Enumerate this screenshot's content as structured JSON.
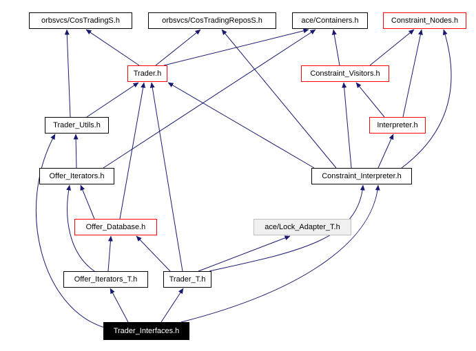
{
  "diagram": {
    "type": "include-dependency-graph",
    "root_file": "Trader_Interfaces.h",
    "colors": {
      "edge": "#191970",
      "red_border": "#ff0000",
      "black_border": "#000000",
      "gray_fill": "#f0f0f0",
      "root_fill": "#000000",
      "root_text": "#ffffff"
    },
    "nodes": [
      {
        "id": "cos_trading_s",
        "label": "orbsvcs/CosTradingS.h",
        "style": "plain"
      },
      {
        "id": "cos_trading_repos_s",
        "label": "orbsvcs/CosTradingReposS.h",
        "style": "plain"
      },
      {
        "id": "ace_containers",
        "label": "ace/Containers.h",
        "style": "plain"
      },
      {
        "id": "constraint_nodes",
        "label": "Constraint_Nodes.h",
        "style": "red"
      },
      {
        "id": "trader",
        "label": "Trader.h",
        "style": "red"
      },
      {
        "id": "constraint_visitors",
        "label": "Constraint_Visitors.h",
        "style": "red"
      },
      {
        "id": "trader_utils",
        "label": "Trader_Utils.h",
        "style": "plain"
      },
      {
        "id": "interpreter",
        "label": "Interpreter.h",
        "style": "red"
      },
      {
        "id": "offer_iterators",
        "label": "Offer_Iterators.h",
        "style": "plain"
      },
      {
        "id": "constraint_interpreter",
        "label": "Constraint_Interpreter.h",
        "style": "plain"
      },
      {
        "id": "offer_database",
        "label": "Offer_Database.h",
        "style": "red"
      },
      {
        "id": "ace_lock_adapter",
        "label": "ace/Lock_Adapter_T.h",
        "style": "gray"
      },
      {
        "id": "offer_iterators_t",
        "label": "Offer_Iterators_T.h",
        "style": "plain"
      },
      {
        "id": "trader_t",
        "label": "Trader_T.h",
        "style": "plain"
      },
      {
        "id": "trader_interfaces",
        "label": "Trader_Interfaces.h",
        "style": "root"
      }
    ],
    "edges": [
      {
        "from": "trader",
        "to": "cos_trading_s"
      },
      {
        "from": "trader_utils",
        "to": "cos_trading_s"
      },
      {
        "from": "trader",
        "to": "cos_trading_repos_s"
      },
      {
        "from": "constraint_interpreter",
        "to": "cos_trading_repos_s"
      },
      {
        "from": "trader",
        "to": "ace_containers"
      },
      {
        "from": "constraint_visitors",
        "to": "ace_containers"
      },
      {
        "from": "offer_iterators",
        "to": "ace_containers"
      },
      {
        "from": "constraint_visitors",
        "to": "constraint_nodes"
      },
      {
        "from": "interpreter",
        "to": "constraint_nodes"
      },
      {
        "from": "constraint_interpreter",
        "to": "constraint_nodes"
      },
      {
        "from": "trader_utils",
        "to": "trader"
      },
      {
        "from": "offer_database",
        "to": "trader"
      },
      {
        "from": "trader_t",
        "to": "trader"
      },
      {
        "from": "constraint_interpreter",
        "to": "trader"
      },
      {
        "from": "interpreter",
        "to": "constraint_visitors"
      },
      {
        "from": "constraint_interpreter",
        "to": "constraint_visitors"
      },
      {
        "from": "constraint_interpreter",
        "to": "interpreter"
      },
      {
        "from": "offer_iterators",
        "to": "trader_utils"
      },
      {
        "from": "trader_interfaces",
        "to": "trader_utils"
      },
      {
        "from": "offer_iterators_t",
        "to": "offer_iterators"
      },
      {
        "from": "offer_database",
        "to": "offer_iterators"
      },
      {
        "from": "offer_iterators_t",
        "to": "offer_database"
      },
      {
        "from": "trader_t",
        "to": "offer_database"
      },
      {
        "from": "trader_t",
        "to": "ace_lock_adapter"
      },
      {
        "from": "trader_t",
        "to": "constraint_interpreter"
      },
      {
        "from": "trader_interfaces",
        "to": "constraint_interpreter"
      },
      {
        "from": "trader_interfaces",
        "to": "offer_iterators_t"
      },
      {
        "from": "trader_interfaces",
        "to": "trader_t"
      }
    ]
  }
}
